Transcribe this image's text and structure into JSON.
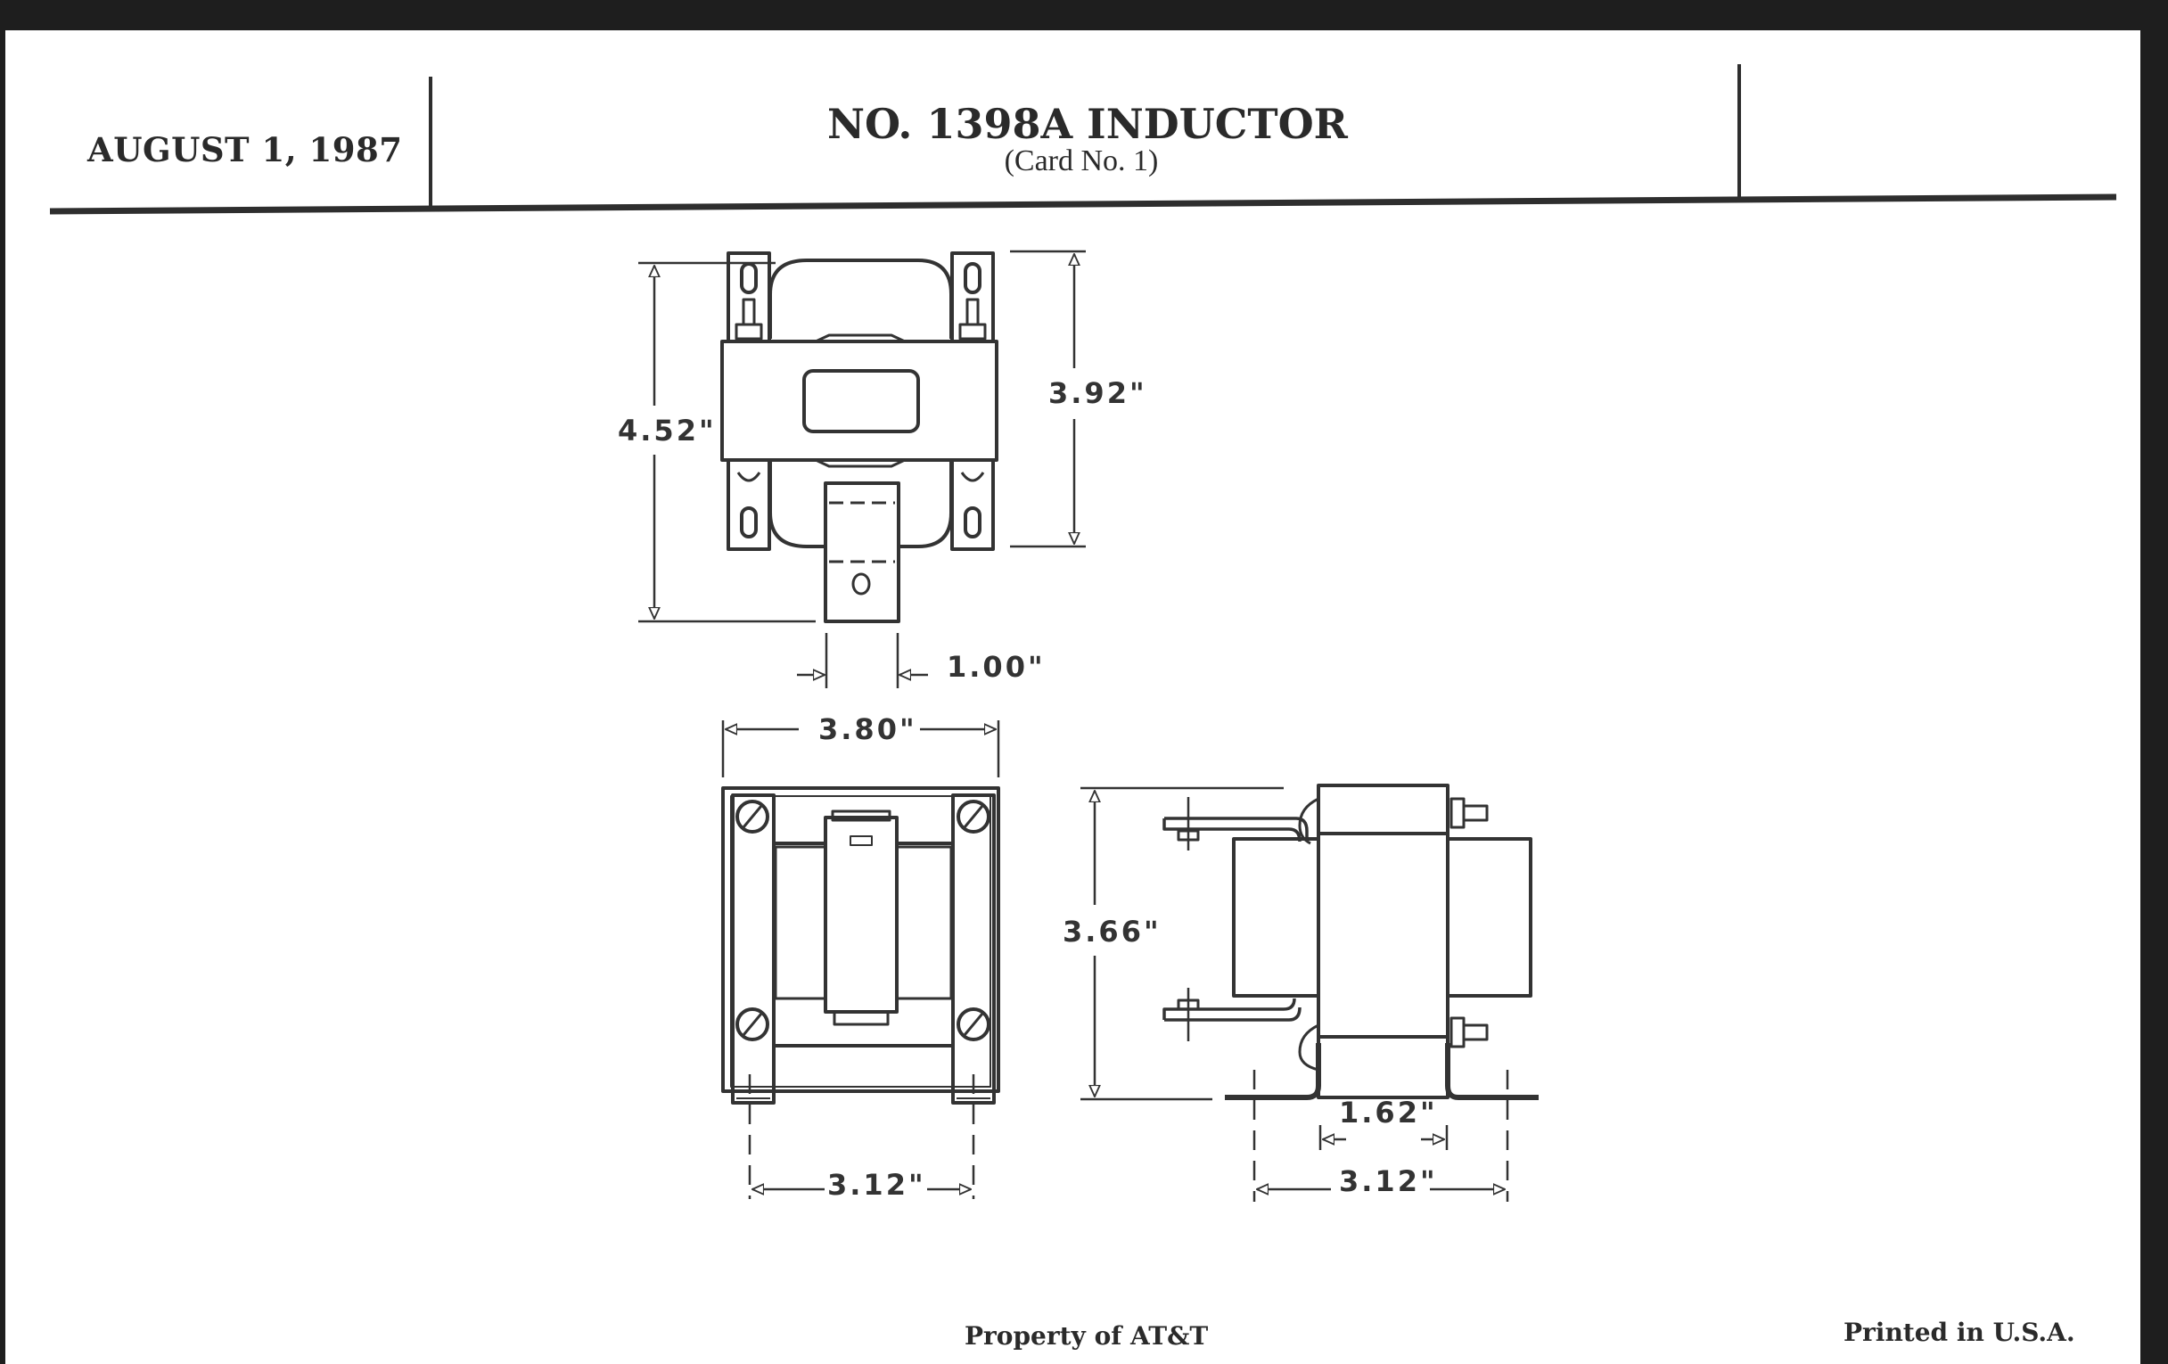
{
  "header": {
    "date": "AUGUST 1, 1987",
    "title": "NO. 1398A INDUCTOR",
    "subtitle": "(Card No. 1)"
  },
  "drawing": {
    "subject": "inductor",
    "views": [
      "top",
      "front",
      "side"
    ],
    "dimensions": {
      "top_overall_height": "4.52\"",
      "top_body_height": "3.92\"",
      "tab_width": "1.00\"",
      "front_width": "3.80\"",
      "front_mount_spacing": "3.12\"",
      "side_height": "3.66\"",
      "side_stack_width": "1.62\"",
      "side_mount_spacing": "3.12\""
    },
    "colors": {
      "ink": "#333333",
      "paper": "#ffffff",
      "frame": "#1e1e1e"
    }
  },
  "footer": {
    "property": "Property of AT&T",
    "printed": "Printed in U.S.A."
  }
}
